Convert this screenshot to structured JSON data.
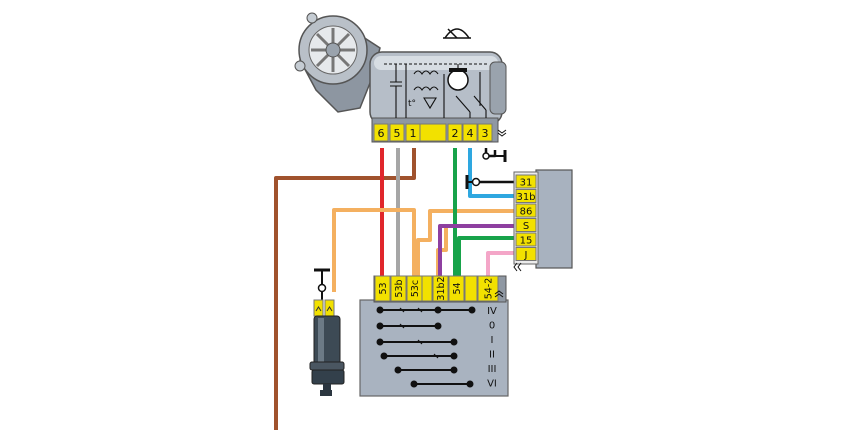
{
  "colors": {
    "wire_red": "#e0262b",
    "wire_grey": "#a6a6a6",
    "wire_brown": "#a0522d",
    "wire_orange": "#f4b060",
    "wire_green": "#17a34a",
    "wire_blue": "#2ea7e0",
    "wire_purple": "#8e3fa0",
    "wire_pink": "#f4a6c8",
    "terminal_yellow": "#f2e100",
    "module_body": "#a8b2bf",
    "switch_body": "#a9b3c0"
  },
  "motor_terminals": [
    "6",
    "5",
    "1",
    "2",
    "4",
    "3"
  ],
  "relay_terminals": [
    "31",
    "31b",
    "86",
    "S",
    "15",
    "J"
  ],
  "switch_terminals": [
    "53",
    "53b",
    "53c",
    "31b2",
    "54",
    "54-2"
  ],
  "switch_positions": [
    "IV",
    "0",
    "I",
    "II",
    "III",
    "VI"
  ],
  "motor_labels": {
    "temp": "t°"
  },
  "icons": {
    "wiper": "wiper-icon",
    "ground": "ground-icon",
    "connector": "chevron-connector-icon"
  }
}
